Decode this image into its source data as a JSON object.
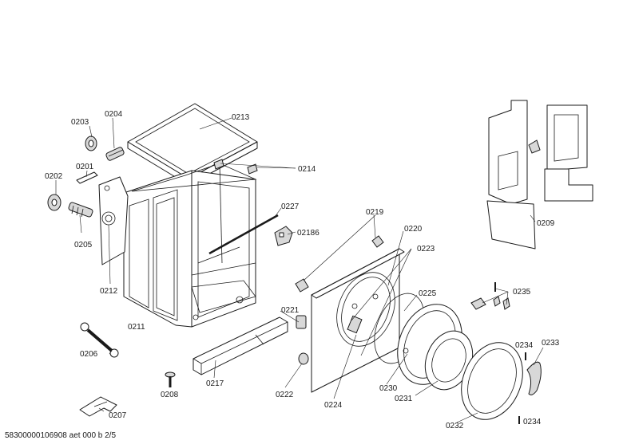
{
  "labels": {
    "p0203": "0203",
    "p0204": "0204",
    "p0213": "0213",
    "p0201": "0201",
    "p0202": "0202",
    "p0214": "0214",
    "p0227": "0227",
    "p02186": "02186",
    "p0205": "0205",
    "p0212": "0212",
    "p0211": "0211",
    "p0206": "0206",
    "p0208": "0208",
    "p0217": "0217",
    "p0207": "0207",
    "p0221": "0221",
    "p0222": "0222",
    "p0219": "0219",
    "p0220": "0220",
    "p0223": "0223",
    "p0225": "0225",
    "p0224": "0224",
    "p0230": "0230",
    "p0231": "0231",
    "p0232": "0232",
    "p0235": "0235",
    "p0234a": "0234",
    "p0233": "0233",
    "p0234b": "0234",
    "p0209": "0209"
  },
  "footer": "58300000106908 aet 000 b 2/5"
}
